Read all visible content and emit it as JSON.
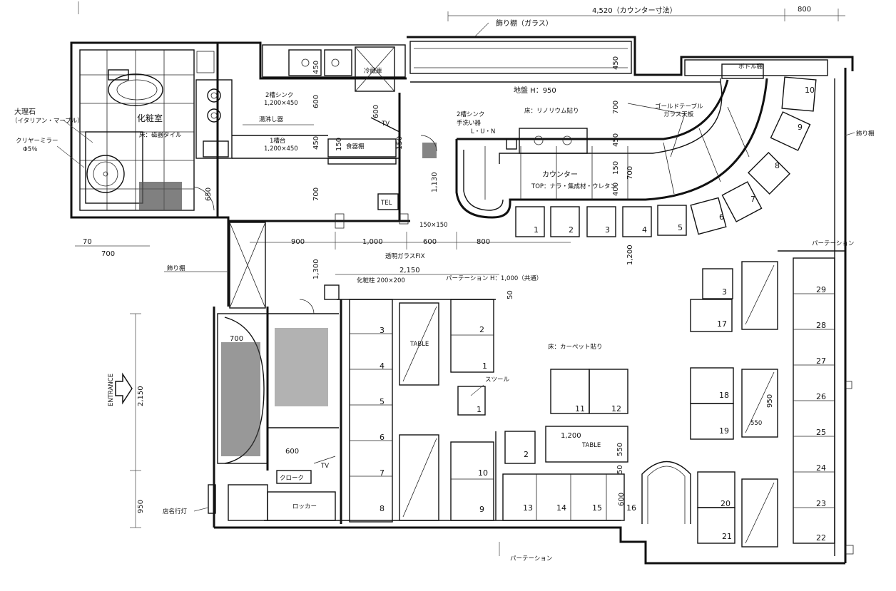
{
  "dims": {
    "top_total": "4,520（カウンター寸法）",
    "top_right": "800",
    "d450a": "450",
    "d600a": "600",
    "d450b": "450",
    "d450c": "450",
    "d700a": "700",
    "d450d": "450",
    "d150a": "150",
    "d700b": "700",
    "d400": "400",
    "d150b": "150",
    "d1130": "1,130",
    "d150x150": "150×150",
    "d900": "900",
    "d1000": "1,000",
    "d600b": "600",
    "d800": "800",
    "d1200": "1,200",
    "d2150": "2,150",
    "d1300": "1,300",
    "d650": "650",
    "d700c": "700",
    "d700left": "700",
    "d70": "70",
    "d700door": "700",
    "d2150v": "2,150",
    "d950v": "950",
    "d600c": "600",
    "d50": "50",
    "d550a": "550",
    "d550b": "550",
    "d950b": "950",
    "d600d": "600",
    "d1200t": "1,200",
    "d150c": "150"
  },
  "labels": {
    "glass_shelf": "飾り棚（ガラス）",
    "marble": "大理石",
    "marble_sub": "（イタリアン・マーブル）",
    "mirror": "クリヤーミラー",
    "mirror_sub": "Φ5％",
    "powder_room": "化粧室",
    "floor_note": "床：磁器タイル",
    "sink2a": "2槽シンク",
    "sink2a_size": "1,200×450",
    "hot_water": "湯沸し器",
    "sink1": "1槽台",
    "sink1_size": "1,200×450",
    "fridge": "冷蔵庫",
    "tv1": "TV",
    "dish_shelf": "食器棚",
    "tel": "TEL",
    "ground": "地盤 H：950",
    "sink2b": "2槽シンク",
    "handwash": "手洗い器",
    "handwash_sub": "L・U・N",
    "linoleum": "床：リノリウム貼り",
    "gold_table": "ゴールドテーブル",
    "gold_sub": "ガラス天板",
    "counter": "カウンター",
    "counter_top": "TOP：ナラ・集成材・ウレタン",
    "deco_shelf": "飾り棚",
    "bottle_shelf": "ボトル棚",
    "fix_glass": "透明ガラスFIX",
    "pillar": "化粧柱 200×200",
    "partition_top": "パーテーション H：1,000（共通）",
    "partition_right": "パーテーション",
    "carpet": "床：カーペット貼り",
    "stool": "スツール",
    "table1": "TABLE",
    "table2": "TABLE",
    "entrance": "ENTRANCE",
    "cloak": "クローク",
    "tv2": "TV",
    "locker": "ロッカー",
    "signage": "店名行灯",
    "partition_bottom": "パーテーション",
    "deco_right": "飾り棚"
  },
  "seats": {
    "counter": [
      "1",
      "2",
      "3",
      "4",
      "5",
      "6",
      "7",
      "8",
      "9",
      "10"
    ],
    "left_bench": [
      "3",
      "4",
      "5",
      "6",
      "7",
      "8"
    ],
    "booth": [
      "2",
      "1",
      "10",
      "9"
    ],
    "stool_seat": "1",
    "table_11": "11",
    "table_12": "12",
    "table_2": "2",
    "bench_bottom": [
      "13",
      "14",
      "15",
      "16"
    ],
    "right_a": [
      "3",
      "17"
    ],
    "right_b": [
      "18",
      "19"
    ],
    "right_c": [
      "20",
      "21"
    ],
    "right_bench": [
      "29",
      "28",
      "27",
      "26",
      "25",
      "24",
      "23",
      "22"
    ]
  }
}
